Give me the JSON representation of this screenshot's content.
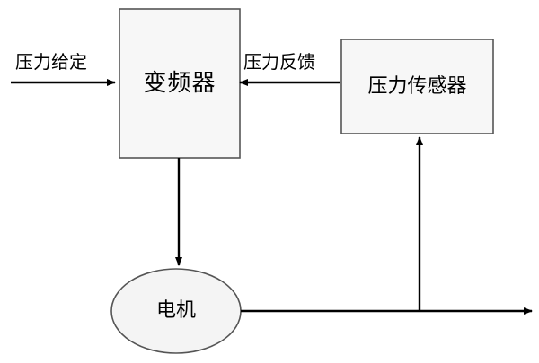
{
  "diagram": {
    "title": "",
    "blocks": [
      {
        "id": "vfd",
        "label": "变频器"
      },
      {
        "id": "sensor",
        "label": "压力传感器"
      },
      {
        "id": "motor",
        "label": "电机"
      }
    ],
    "labels": [
      {
        "id": "setpoint",
        "text": "压力给定"
      },
      {
        "id": "feedback",
        "text": "压力反馈"
      }
    ],
    "colors": {
      "stroke": "#000000",
      "box_fill": "#f7f7f7",
      "box_stroke": "#555555",
      "ellipse_fill": "#f4f4f4",
      "background": "#ffffff"
    }
  }
}
